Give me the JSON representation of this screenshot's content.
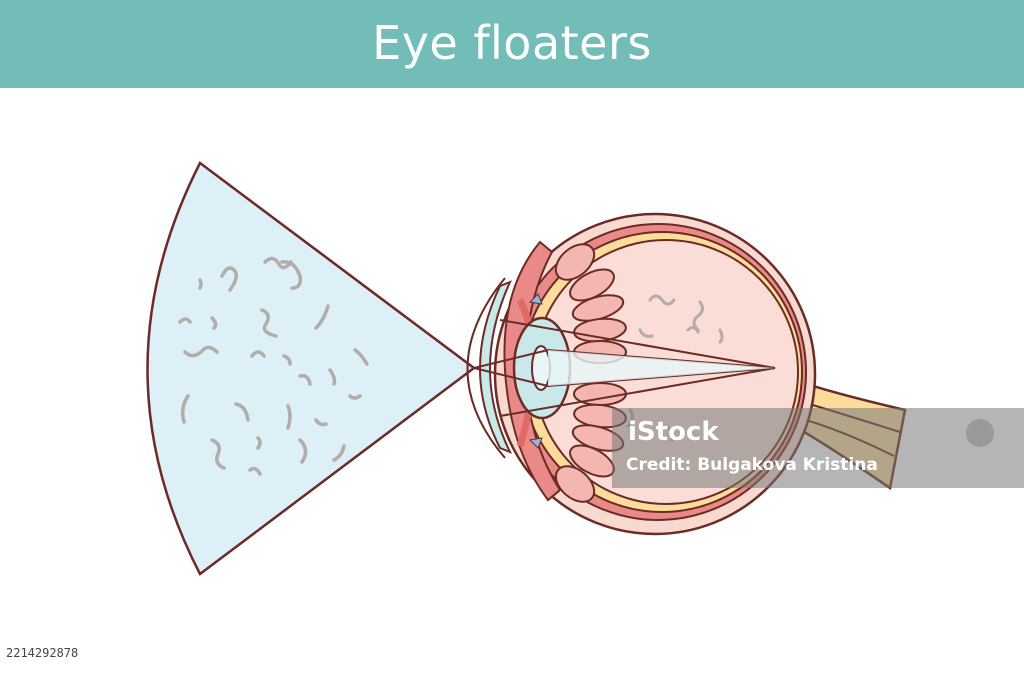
{
  "header": {
    "title": "Eye floaters"
  },
  "watermark": {
    "logo": "iStock",
    "credit": "Credit: Bulgakova Kristina"
  },
  "stock_id": "2214292878",
  "colors": {
    "banner": "#72bdb7",
    "vision_field": "#ddf0f7",
    "outline": "#6b2b26",
    "sclera": "#f8d9cf",
    "choroid": "#e98a88",
    "retina_layer": "#fbdc9a",
    "vitreous": "#f9ddd6",
    "iris": "#f3b6b0",
    "lens": "#c8e8ea",
    "floater": "#b3aca9"
  },
  "icons": [
    "stock-logo-circle-icon"
  ]
}
